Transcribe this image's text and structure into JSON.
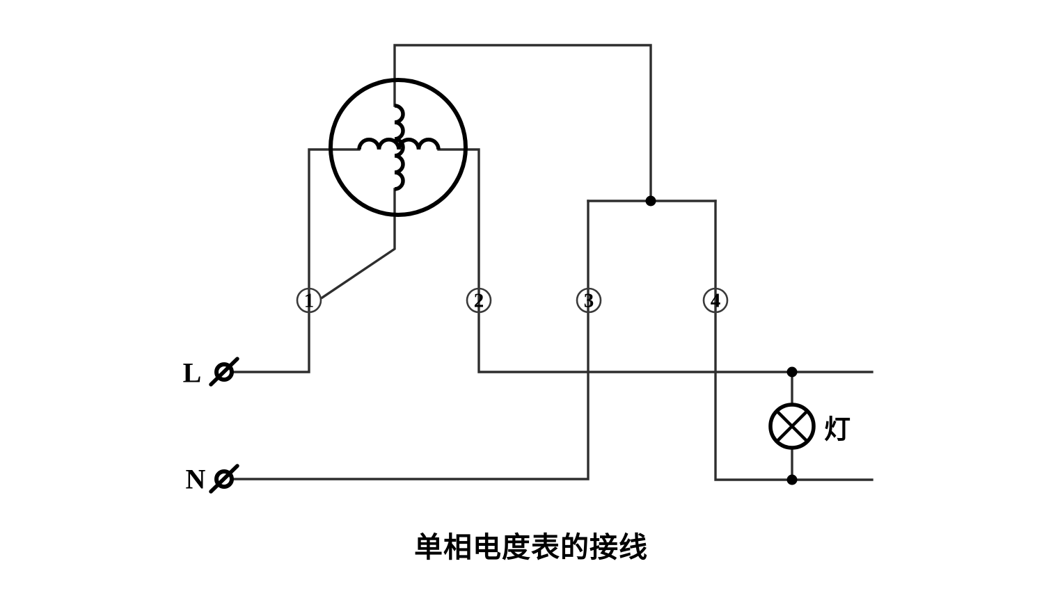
{
  "title": "单相电度表的接线",
  "source_labels": {
    "live": "L",
    "neutral": "N"
  },
  "lamp": {
    "label": "灯"
  },
  "terminals": {
    "t1": {
      "label": "1"
    },
    "t2": {
      "label": "2"
    },
    "t3": {
      "label": "3"
    },
    "t4": {
      "label": "4"
    }
  },
  "components": {
    "meter": "single-phase-energy-meter",
    "meter_coils": [
      "voltage-coil-vertical",
      "current-coil-horizontal"
    ],
    "fuse_live": "fuse-cutout-symbol",
    "fuse_neutral": "fuse-cutout-symbol",
    "lamp": "lamp-cross-circle-symbol"
  },
  "colors": {
    "background": "#ffffff",
    "wire": "#2e2e2e",
    "symbol": "#000000",
    "terminal_ring": "#3a3a3a"
  }
}
